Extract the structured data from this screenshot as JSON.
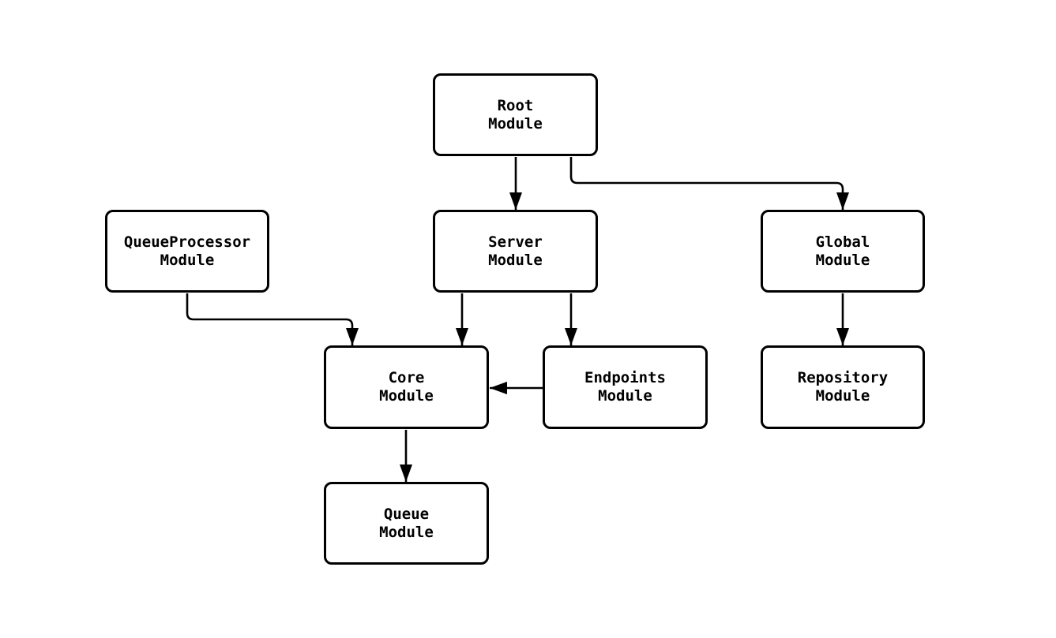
{
  "diagram": {
    "type": "flowchart",
    "background": "#ffffff",
    "node_style": {
      "fill": "#ffffff",
      "border_color": "#000000",
      "text_color": "#000000"
    },
    "edge_color": "#000000",
    "nodes": {
      "root": {
        "label": "Root\nModule"
      },
      "queueprocessor": {
        "label": "QueueProcessor\nModule"
      },
      "server": {
        "label": "Server\nModule"
      },
      "global": {
        "label": "Global\nModule"
      },
      "core": {
        "label": "Core\nModule"
      },
      "endpoints": {
        "label": "Endpoints\nModule"
      },
      "repository": {
        "label": "Repository\nModule"
      },
      "queue": {
        "label": "Queue\nModule"
      }
    },
    "edges": [
      {
        "from": "Root Module",
        "to": "Server Module",
        "arrow": "filled-triangle"
      },
      {
        "from": "Root Module",
        "to": "Global Module",
        "arrow": "filled-triangle"
      },
      {
        "from": "QueueProcessor Module",
        "to": "Core Module",
        "arrow": "filled-triangle"
      },
      {
        "from": "Server Module",
        "to": "Core Module",
        "arrow": "filled-triangle"
      },
      {
        "from": "Server Module",
        "to": "Endpoints Module",
        "arrow": "filled-triangle"
      },
      {
        "from": "Endpoints Module",
        "to": "Core Module",
        "arrow": "filled-triangle"
      },
      {
        "from": "Global Module",
        "to": "Repository Module",
        "arrow": "filled-triangle"
      },
      {
        "from": "Core Module",
        "to": "Queue Module",
        "arrow": "filled-triangle"
      }
    ]
  }
}
